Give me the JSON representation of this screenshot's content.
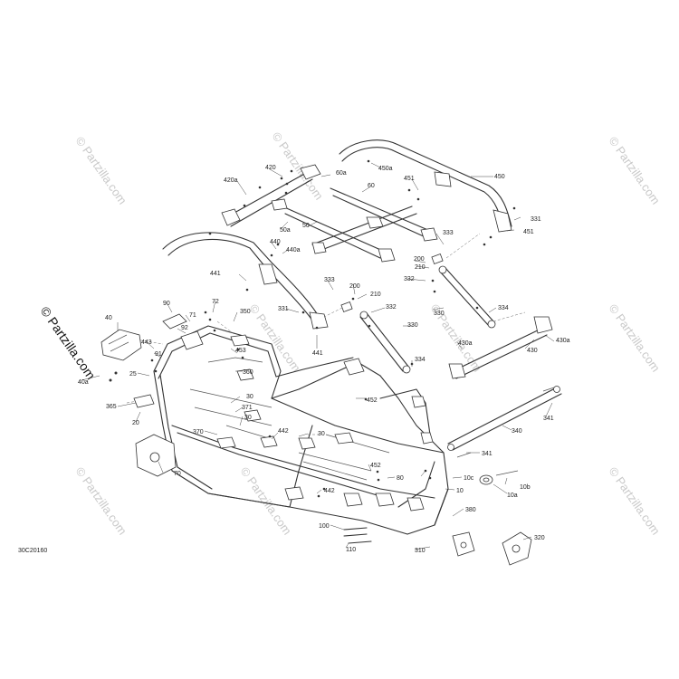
{
  "diagram": {
    "drawing_code": "30C20160",
    "watermark_strong": "© Partzilla.com",
    "watermark_faint": "© Partzilla.com",
    "callouts": {
      "c420": "420",
      "c420a": "420a",
      "c60a": "60a",
      "c450a": "450a",
      "c450": "450",
      "c451_top": "451",
      "c60": "60",
      "c50": "50",
      "c331": "331",
      "c451_right": "451",
      "c50a": "50a",
      "c440": "440",
      "c440a": "440a",
      "c333_top": "333",
      "c200_top": "200",
      "c210_top": "210",
      "c332_top": "332",
      "c441_top": "441",
      "c333_mid": "333",
      "c200_mid": "200",
      "c210_mid": "210",
      "c332_mid": "332",
      "c331_mid": "331",
      "c441_mid": "441",
      "c330_mid": "330",
      "c330_right": "330",
      "c334_right": "334",
      "c334_mid": "334",
      "c430a_left": "430a",
      "c430": "430",
      "c430a_right": "430a",
      "c90": "90",
      "c72": "72",
      "c350": "350",
      "c40": "40",
      "c71": "71",
      "c92": "92",
      "c443": "443",
      "c91": "91",
      "c453": "453",
      "c25": "25",
      "c40a": "40a",
      "c360": "360",
      "c452_top": "452",
      "c365": "365",
      "c30_a": "30",
      "c371": "371",
      "c20": "20",
      "c30_b": "30",
      "c370": "370",
      "c442_a": "442",
      "c30_c": "30",
      "c340": "340",
      "c341_right": "341",
      "c70": "70",
      "c341_mid": "341",
      "c452_mid": "452",
      "c80": "80",
      "c10c": "10c",
      "c10b": "10b",
      "c442_b": "442",
      "c10": "10",
      "c10a": "10a",
      "c380": "380",
      "c100": "100",
      "c110": "110",
      "c310": "310",
      "c320": "320"
    }
  }
}
